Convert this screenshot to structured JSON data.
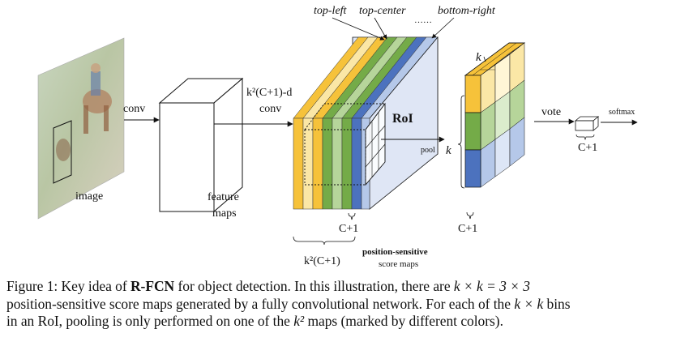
{
  "figure": {
    "labels": {
      "image": "image",
      "conv1": "conv",
      "feature_maps_line1": "feature",
      "feature_maps_line2": "maps",
      "conv2_line1": "k²(C+1)-d",
      "conv2_line2": "conv",
      "top_left": "top-left",
      "top_center": "top-center",
      "bottom_right": "bottom-right",
      "dots": "……",
      "roi": "RoI",
      "pool": "pool",
      "k_side": "k",
      "k_top": "k",
      "c_plus_1_maps": "C+1",
      "c_plus_1_pooled": "C+1",
      "c_plus_1_vote": "C+1",
      "k2_brace": "k²(C+1)",
      "psm_line1": "position-sensitive",
      "psm_line2": "score maps",
      "vote": "vote",
      "softmax": "softmax"
    },
    "colors": {
      "yellow": "#f6c23a",
      "light_yellow": "#fbe7a6",
      "green": "#74ab48",
      "light_green": "#b6d59a",
      "blue": "#4c72be",
      "light_blue": "#b5c8e9",
      "pale_blue": "#dfe6f5"
    }
  },
  "caption": {
    "prefix": "Figure 1: Key idea of ",
    "bold": "R-FCN",
    "line1_rest": " for object detection. In this illustration, there are ",
    "line1_math": "k × k = 3 × 3",
    "line2": "position-sensitive score maps generated by a fully convolutional network. For each of the ",
    "line2_math": "k × k",
    "line2_end": " bins",
    "line3": "in an RoI, pooling is only performed on one of the ",
    "line3_math": "k²",
    "line3_end": " maps (marked by different colors)."
  }
}
